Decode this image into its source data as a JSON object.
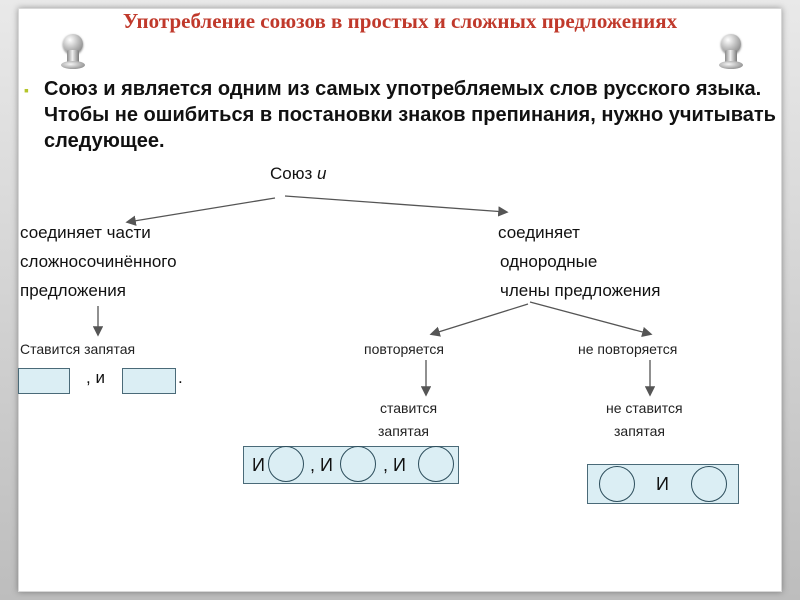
{
  "slide": {
    "title": "Употребление союзов в простых и сложных предложениях",
    "intro": "Союз и является одним из самых употребляемых слов русского языка. Чтобы не ошибиться в постановки знаков препинания, нужно учитывать следующее.",
    "root": {
      "word": "Союз",
      "conj": "и"
    },
    "left_branch": {
      "line1": "соединяет части",
      "line2": "сложносочинённого",
      "line3": "предложения",
      "rule": "Ставится запятая",
      "pattern": ", и",
      "end": "."
    },
    "right_branch": {
      "line1": "соединяет",
      "line2": "однородные",
      "line3": "члены  предложения",
      "repeat": {
        "label": "повторяется",
        "rule1": "ставится",
        "rule2": "запятая",
        "pattern": [
          "И",
          ", И",
          ", И"
        ]
      },
      "norepeat": {
        "label": "не повторяется",
        "rule1": "не ставится",
        "rule2": "запятая",
        "pattern": "И"
      }
    }
  },
  "colors": {
    "title": "#c0392b",
    "box_fill": "#dbeef4",
    "box_border": "#4a6a78",
    "bullet": "#b4c52a"
  }
}
